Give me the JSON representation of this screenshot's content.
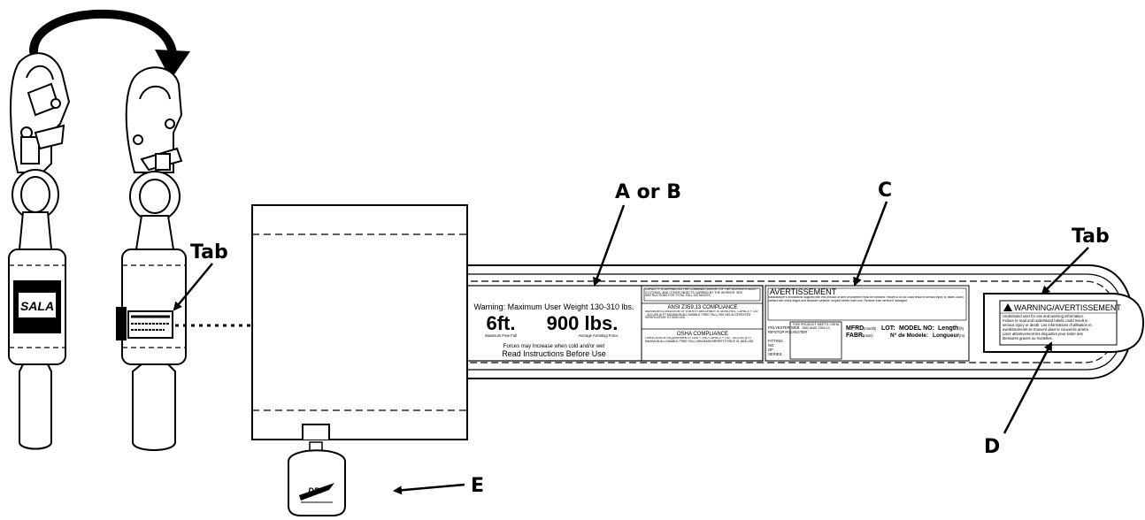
{
  "callouts": {
    "a_or_b": "A or B",
    "c": "C",
    "d": "D",
    "e": "E",
    "tab_left": "Tab",
    "tab_right": "Tab"
  },
  "device_logo": "SALA",
  "label_ab": {
    "warning_line": "Warning: Maximum User Weight 130-310 lbs.",
    "free_fall_value": "6ft.",
    "free_fall_caption": "Maximum Free Fall",
    "force_value": "900 lbs.",
    "force_caption": "Average Arresting Force",
    "forces_note": "Forces may Increase when cold and/or wet",
    "read_instructions": "Read Instructions Before Use",
    "capacity_text": "CAPACITY IS DEFINED AS THE COMBINED WEIGHT OF THE WORKER'S BODY, CLOTHING, AND OTHER OBJECTS CARRIED BY THE WORKER. SEE INSTRUCTIONS FOR TOTAL FALL DISTANCES.",
    "ansi_heading": "ANSI Z359.13 COMPLIANCE",
    "ansi_text": "MAXIMUM ELONGATION OF ENERGY ABSORBER IS 48 INCHES. CAPACITY 130 - 310 LBS (6 FT MAXIMUM ALLOWABLE FREE FALL) 900 LBS ACCREDITED VERIFICATION TO 5000 LBS.",
    "osha_heading": "OSHA COMPLIANCE",
    "osha_text": "OSHA DESIGN REQUIREMENTS 1926 + 1910 CAPACITY 130 - 310 LBS (6 FT MAXIMUM ALLOWABLE FREE FALL) MAXIMUM ARREST FORCE IS 1800 LBS."
  },
  "label_c": {
    "avertissement": "AVERTISSEMENT",
    "french_text": "Manufacturer's instructions supplied with this product at time of shipment must be followed. Failure to do so could result in serious injury or death. Avoid contact with sharp edges and abrasive surfaces. Inspect before each use. Remove from service if damaged.",
    "webbing_lines": [
      "POLYESTER WEB",
      "RIPSTOP POLYESTER"
    ],
    "meets_text": "THIS PRODUCT MEETS: OSHA AND ANSI Z359.13",
    "side_lines": [
      "FITTING:",
      "NO:",
      "OF:",
      "SERIES:"
    ],
    "mfrd": "MFRD",
    "mfrd_fr": "FABR.",
    "mfrd_sub": "(month)",
    "mfrd_fr_sub": "(mois)",
    "lot": "LOT:",
    "model_no": "MODEL NO:",
    "model_no_fr": "N° de Modele:",
    "length": "Length",
    "length_sub": "(ft)",
    "length_fr": "Longueur",
    "length_fr_sub": "(m)"
  },
  "label_d": {
    "heading": "WARNING/AVERTISSEMENT",
    "text_lines": [
      "Understand user for use and warning information.",
      "Failure to read and understand labels could result in",
      "serious injury or death. Les informations d'utilisation et",
      "avertissements se trouvent dans le couvercle arrière.",
      "Lisez attentivement les étiquettes pour éviter des",
      "blessures graves ou mortelles."
    ]
  },
  "label_e": {
    "logo": "DBI"
  }
}
